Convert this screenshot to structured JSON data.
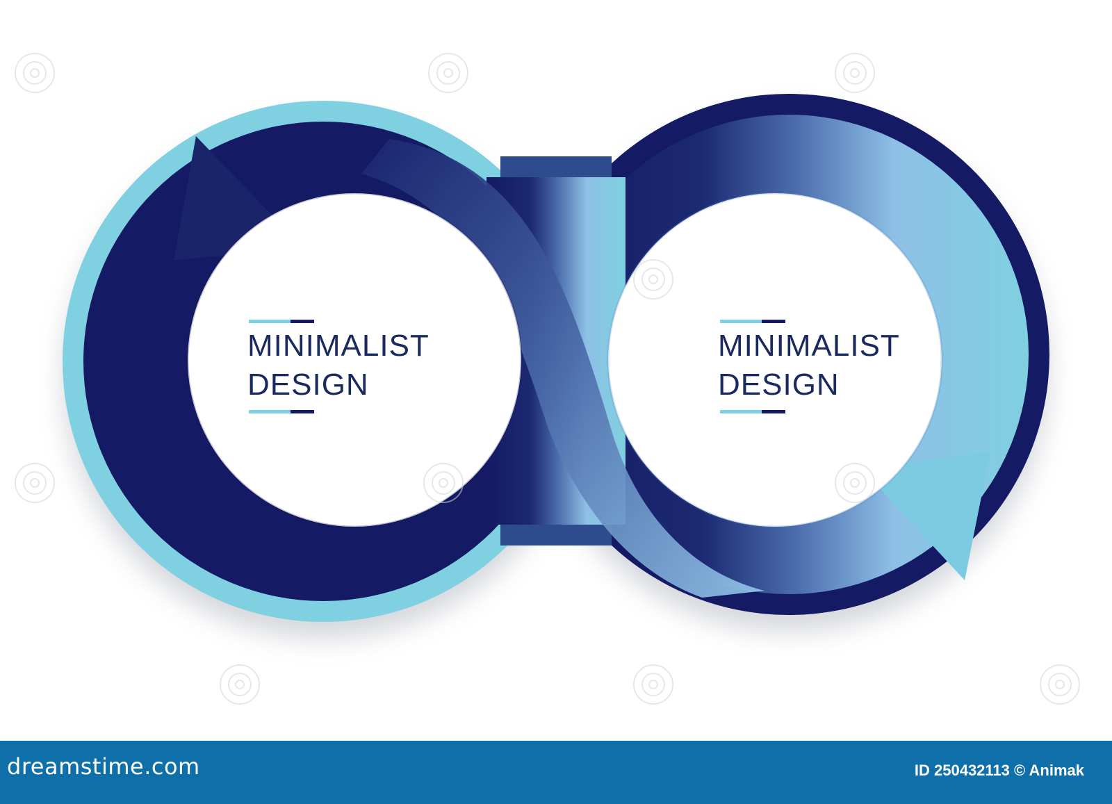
{
  "colors": {
    "navy": "#141a63",
    "mid_blue": "#4d6fae",
    "light_blue": "#88c3e6",
    "cyan": "#7fd0e0",
    "footer": "#0f6fa8"
  },
  "left_label": {
    "line1": "MINIMALIST",
    "line2": "DESIGN"
  },
  "right_label": {
    "line1": "MINIMALIST",
    "line2": "DESIGN"
  },
  "watermark_text": "dreamstime",
  "footer": {
    "logo": "dreamstime.com",
    "id_text": "ID 250432113 © Animak"
  }
}
